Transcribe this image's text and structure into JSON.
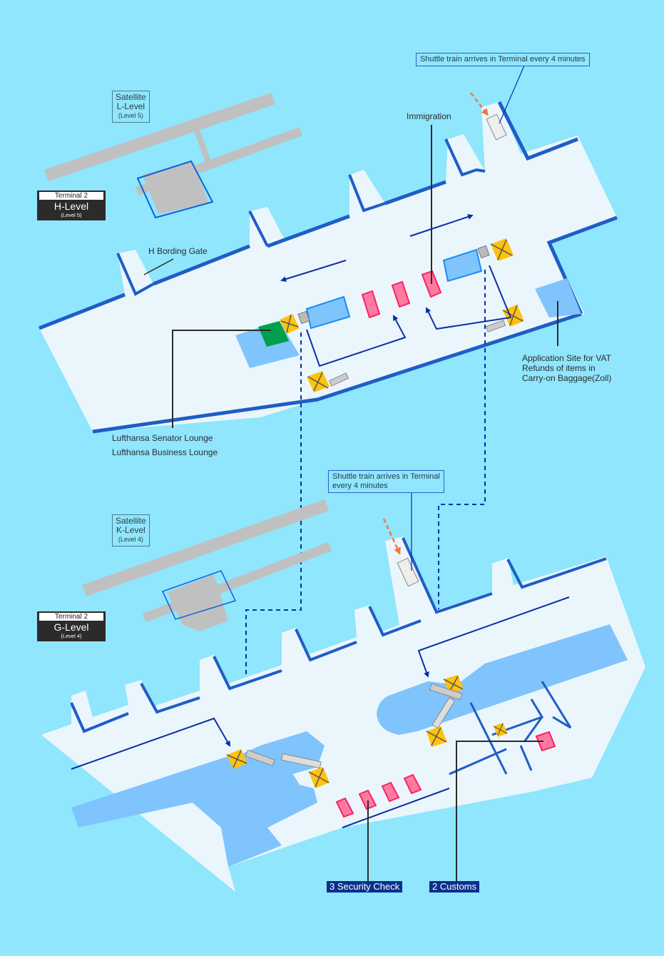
{
  "colors": {
    "background": "#8fe6fd",
    "floor": "#eaf6fc",
    "wall": "#1f5dc6",
    "light_area": "#7fc4fc",
    "light_area_edge": "#1a8cf5",
    "satellite_gray": "#c0c0c0",
    "route_line": "#0a2fa8",
    "shuttle_arrow": "#f07a3a",
    "elevator_yellow": "#ffc20e",
    "counter_pink": "#ff7aa0",
    "counter_pink_edge": "#ff1f63",
    "lounge_green": "#00a04e",
    "leader_line": "#2b2b2b"
  },
  "levels": [
    {
      "id": "h-level",
      "terminal": "Terminal 2",
      "name": "H-Level",
      "sublevel": "(Level 5)",
      "satellite": {
        "title": "Satellite",
        "level": "L-Level",
        "sublevel": "(Level 5)"
      },
      "shuttle_note": "Shuttle train arrives in Terminal every 4 minutes",
      "labels": {
        "immigration": "Immigration",
        "boarding_gate": "H Bording Gate",
        "lounge_1": "Lufthansa Senator Lounge",
        "lounge_2": "Lufthansa Business Lounge",
        "vat_1": "Application Site for VAT",
        "vat_2": "Refunds of items in",
        "vat_3": "Carry-on Baggage(Zoll)"
      }
    },
    {
      "id": "g-level",
      "terminal": "Terminal 2",
      "name": "G-Level",
      "sublevel": "(Level 4)",
      "satellite": {
        "title": "Satellite",
        "level": "K-Level",
        "sublevel": "(Level 4)"
      },
      "shuttle_note_1": "Shuttle train arrives in Terminal",
      "shuttle_note_2": "every 4 minutes",
      "tags": {
        "security": "3 Security Check",
        "customs": "2 Customs"
      }
    }
  ]
}
